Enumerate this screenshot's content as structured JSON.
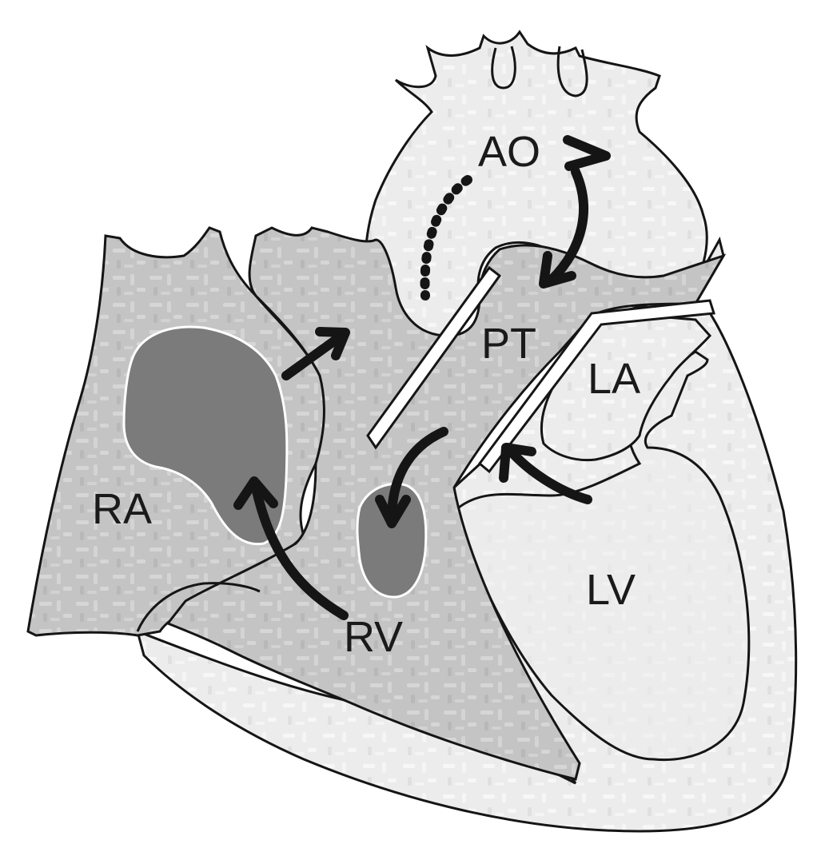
{
  "diagram": {
    "labels": {
      "ao": "AO",
      "pt": "PT",
      "la": "LA",
      "lv": "LV",
      "ra": "RA",
      "rv": "RV"
    }
  },
  "colors": {
    "light_region": "#ececec",
    "mid_region": "#c6c6c6",
    "dark_region": "#7b7b7b",
    "outline": "#151515",
    "background": "#ffffff"
  }
}
